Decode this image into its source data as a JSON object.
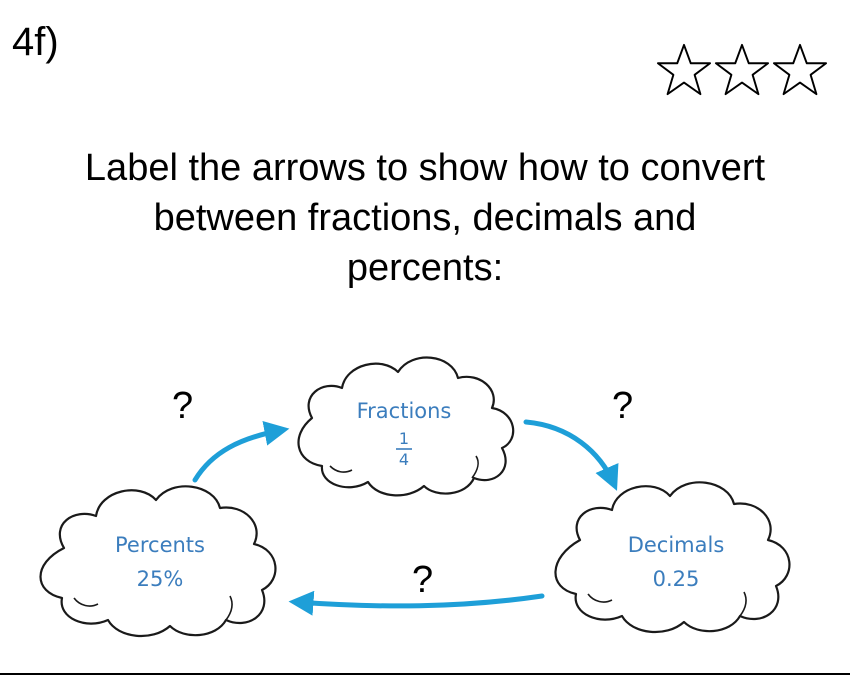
{
  "question_number": "4f)",
  "difficulty": {
    "stars_shown": 3,
    "stars_filled": 0
  },
  "prompt_lines": [
    "Label the arrows to show how to convert",
    "between fractions, decimals and",
    "percents:"
  ],
  "clouds": {
    "fractions": {
      "title": "Fractions",
      "numerator": "1",
      "denominator": "4"
    },
    "percents": {
      "title": "Percents",
      "value": "25%"
    },
    "decimals": {
      "title": "Decimals",
      "value": "0.25"
    }
  },
  "arrow_labels": {
    "percents_to_fractions": "?",
    "fractions_to_decimals": "?",
    "decimals_to_percents": "?"
  },
  "colors": {
    "cloud_text": "#3b7dbd",
    "arrow": "#1e9fd8",
    "outline": "#1a1a1a"
  }
}
